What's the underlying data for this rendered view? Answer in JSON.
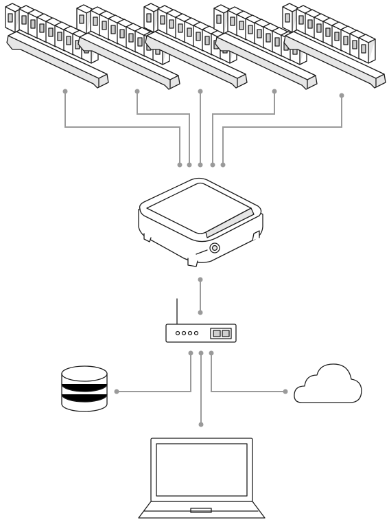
{
  "diagram": {
    "components": {
      "charging_docks": {
        "count": 5,
        "icon": "charging-dock-icon"
      },
      "hub": {
        "icon": "hub-device-icon"
      },
      "router": {
        "icon": "router-icon",
        "status_lights": 4,
        "ports": 2
      },
      "database": {
        "icon": "database-icon"
      },
      "cloud": {
        "icon": "cloud-icon"
      },
      "laptop": {
        "icon": "laptop-icon"
      }
    },
    "colors": {
      "connector": "#9a9a9a",
      "outline": "#1c1c1c",
      "device_fill": "#ffffff",
      "dock_fill": "#e6e6e6"
    }
  }
}
